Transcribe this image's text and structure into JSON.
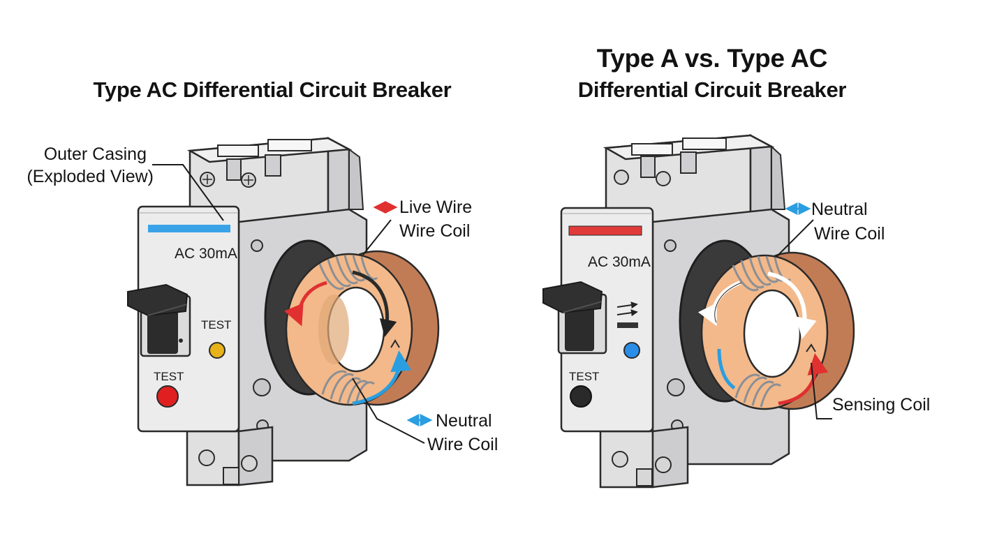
{
  "left_panel": {
    "title": "Type AC Differential Circuit Breaker",
    "casing_label_line1": "Outer Casing",
    "casing_label_line2": "(Exploded View)",
    "rating": "AC 30mA",
    "test_label_upper": "TEST",
    "test_label_lower": "TEST",
    "live_label_line1": "Live Wire",
    "live_label_line2": "Wire Coil",
    "neutral_label_line1": "Neutral",
    "neutral_label_line2": "Wire Coil",
    "stripe_color": "#3aa3e8",
    "upper_button_color": "#e8b21a",
    "lower_button_color": "#e02020"
  },
  "right_panel": {
    "title_line1": "Type A vs. Type AC",
    "title_line2": "Differential Circuit Breaker",
    "rating": "AC 30mA",
    "test_label": "TEST",
    "neutral_label_line1": "Neutral",
    "neutral_label_line2": "Wire Coil",
    "sensing_label": "Sensing Coil",
    "stripe_color": "#e03a3a",
    "upper_button_color": "#2a8ee8",
    "lower_button_color": "#2a2a2a"
  },
  "colors": {
    "live_wire": "#e03030",
    "neutral_wire": "#2a9ee0",
    "copper_core": "#f3b98a",
    "copper_dark": "#c27c55",
    "casing": "#e9e9ea"
  }
}
